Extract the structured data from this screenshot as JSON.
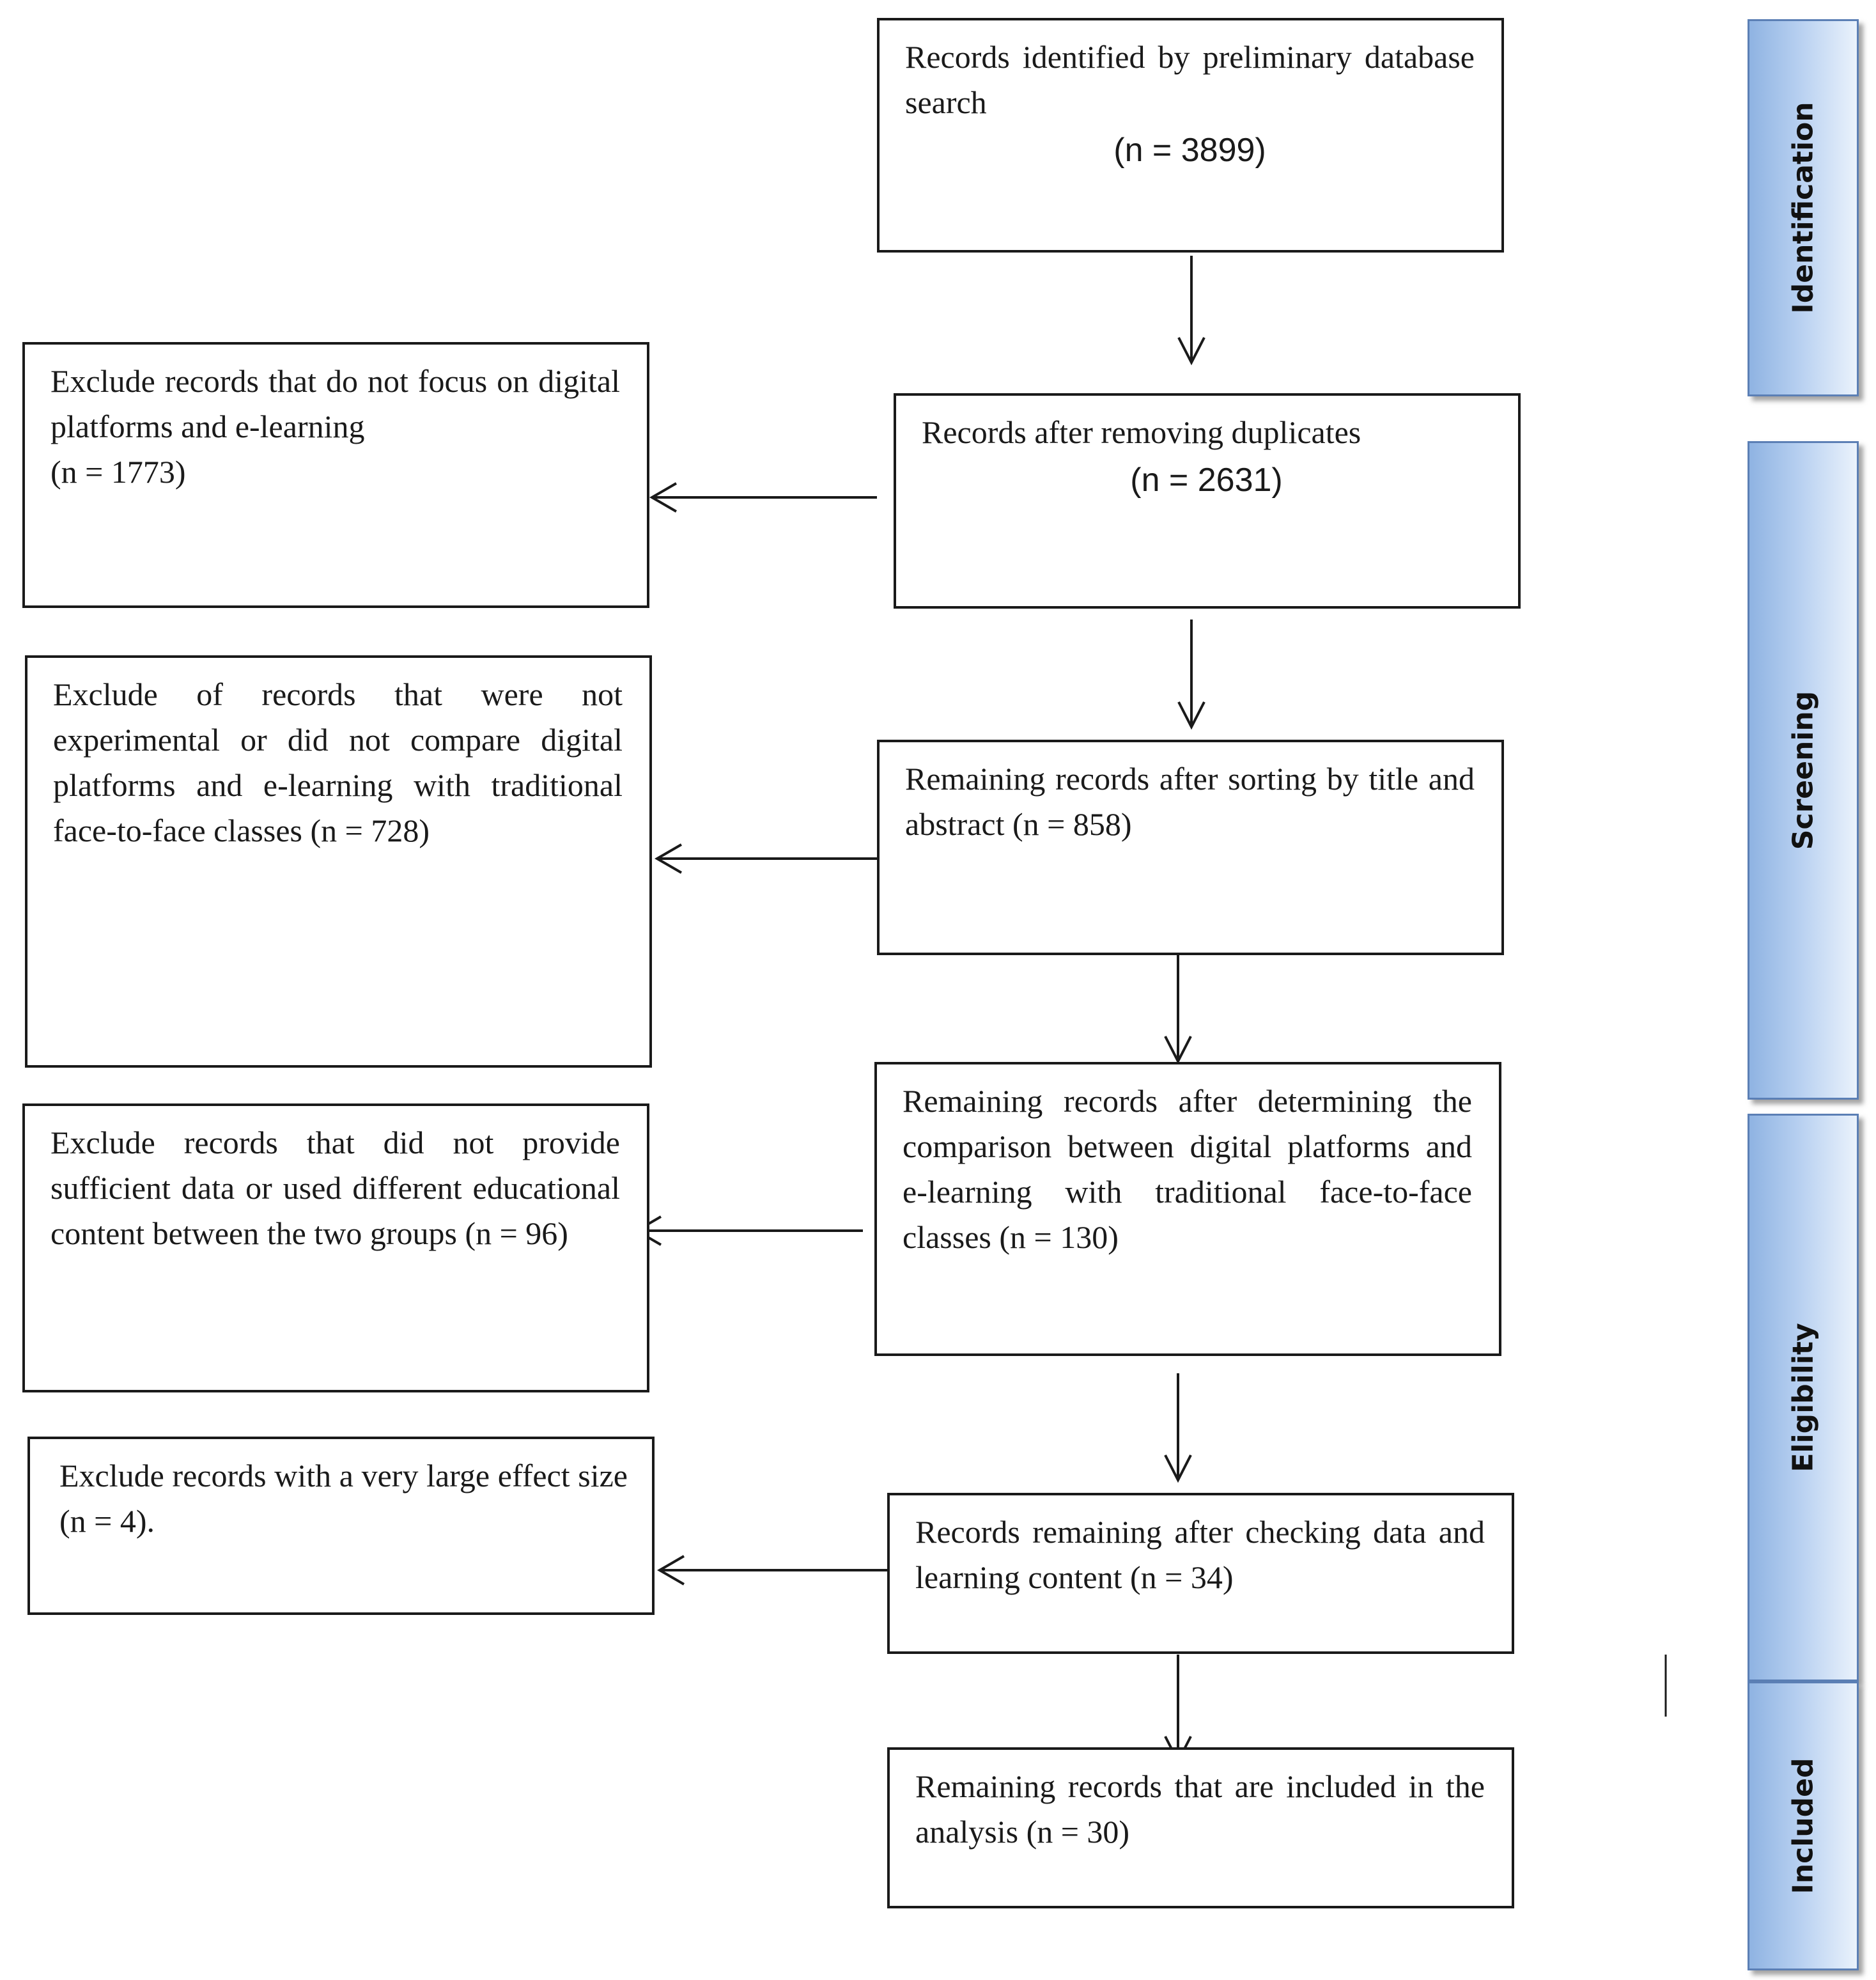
{
  "boxes": {
    "identified": {
      "text": "Records identified by preliminary database search",
      "n": "(n = 3899)"
    },
    "dedup": {
      "text": "Records after removing duplicates",
      "n": "(n = 2631)"
    },
    "title_abstract": {
      "text": "Remaining records after sorting by title and abstract (n = 858)"
    },
    "comparison": {
      "text": "Remaining records after determining the comparison between digital platforms and e-learning with traditional face-to-face classes (n = 130)"
    },
    "checked": {
      "text": "Records remaining after checking data and learning content (n = 34)"
    },
    "included": {
      "text": "Remaining records that are included in the analysis (n = 30)"
    },
    "excl_focus": {
      "text": "Exclude records that do not focus on digital platforms and e-learning",
      "n": "(n = 1773)"
    },
    "excl_experimental": {
      "text": "Exclude of records that were not experimental or did not compare digital platforms and e-learning with traditional face-to-face classes (n = 728)"
    },
    "excl_data": {
      "text": "Exclude records that did not provide sufficient data or used different educational content between the two groups (n = 96)"
    },
    "excl_effect": {
      "text": "Exclude records with a very large effect size (n = 4)."
    }
  },
  "stages": [
    {
      "label": "Identification"
    },
    {
      "label": "Screening"
    },
    {
      "label": "Eligibility"
    },
    {
      "label": "Included"
    }
  ],
  "colors": {
    "line": "#1a1a1a",
    "stage_border": "#5b7fb5",
    "stage_fill": "#b6cff0"
  }
}
